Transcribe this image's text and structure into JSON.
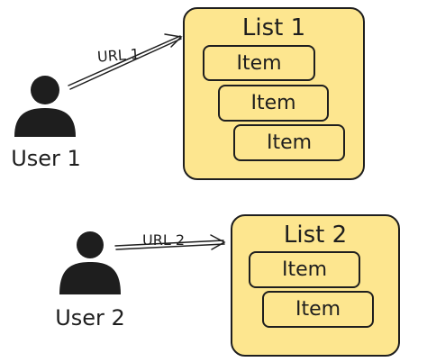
{
  "colors": {
    "list_fill": "#fde68f",
    "ink": "#1e1e1e"
  },
  "users": [
    {
      "label": "User 1",
      "icon": "person-icon"
    },
    {
      "label": "User 2",
      "icon": "person-icon"
    }
  ],
  "connections": [
    {
      "label": "URL 1"
    },
    {
      "label": "URL 2"
    }
  ],
  "lists": [
    {
      "title": "List 1",
      "items": [
        "Item",
        "Item",
        "Item"
      ]
    },
    {
      "title": "List 2",
      "items": [
        "Item",
        "Item"
      ]
    }
  ]
}
